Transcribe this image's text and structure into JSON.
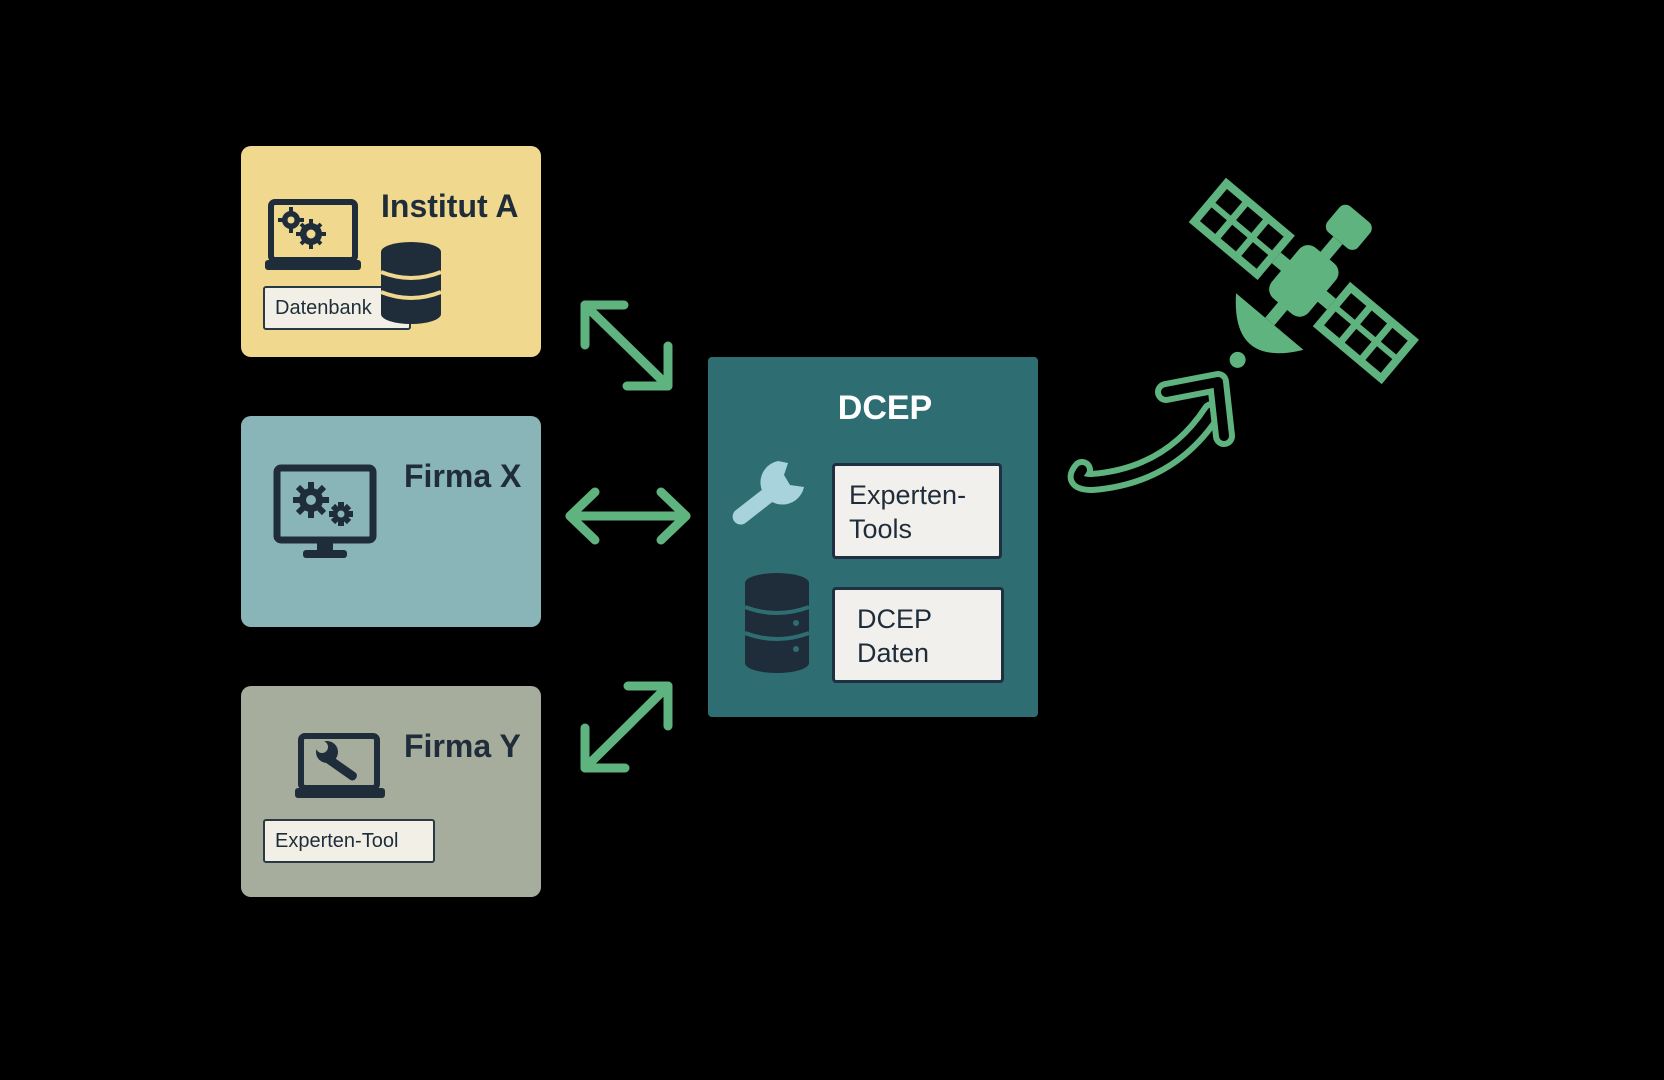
{
  "colors": {
    "background": "#000000",
    "institut_a": "#f1d88f",
    "firma_x": "#8ab5b8",
    "firma_y": "#a7ad9d",
    "dcep": "#2e6e73",
    "accent_green": "#5fb37f",
    "dark_icon": "#1f2d3a"
  },
  "participants": [
    {
      "title": "Institut A",
      "label": "Datenbank",
      "icons": [
        "laptop-gears-icon",
        "database-icon"
      ]
    },
    {
      "title": "Firma X",
      "label": "",
      "icons": [
        "monitor-gears-icon"
      ]
    },
    {
      "title": "Firma Y",
      "label": "Experten-Tool",
      "icons": [
        "laptop-wrench-icon"
      ]
    }
  ],
  "hub": {
    "title": "DCEP",
    "tools_box": [
      "Experten-",
      "Tools"
    ],
    "data_box": [
      "DCEP",
      "Daten"
    ],
    "icons": [
      "wrench-icon",
      "database-icon"
    ]
  },
  "target": {
    "icon": "satellite-icon"
  },
  "connections": [
    {
      "from": "participants.0",
      "to": "hub",
      "style": "double-arrow"
    },
    {
      "from": "participants.1",
      "to": "hub",
      "style": "double-arrow"
    },
    {
      "from": "participants.2",
      "to": "hub",
      "style": "double-arrow"
    },
    {
      "from": "hub",
      "to": "target",
      "style": "curved-arrow"
    }
  ]
}
